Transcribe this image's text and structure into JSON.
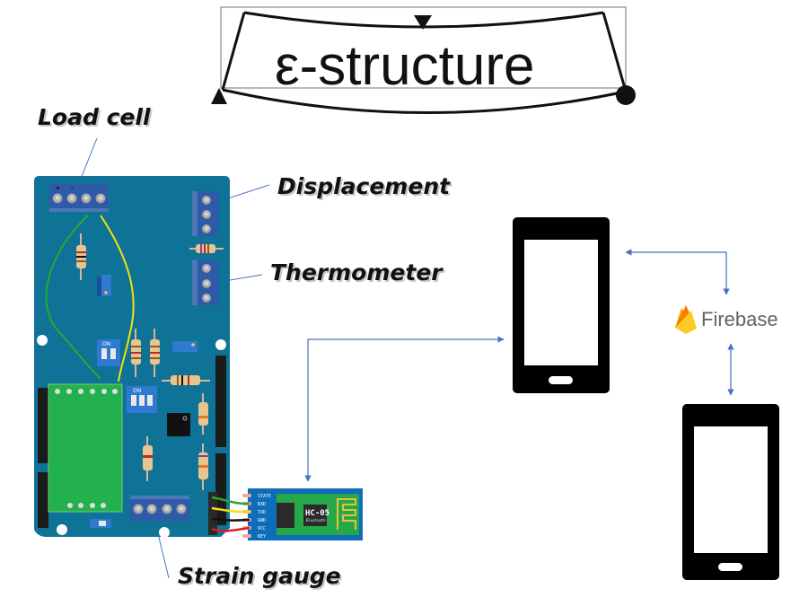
{
  "title": {
    "text": "ε-structure"
  },
  "labels": {
    "load_cell": "Load cell",
    "displacement": "Displacement",
    "thermometer": "Thermometer",
    "strain_gauge": "Strain gauge"
  },
  "board": {
    "terminal_plus": "+",
    "terminal_minus": "-",
    "dip_on_1": "ON",
    "dip_on_2": "ON",
    "pcb_color": "#0e7396",
    "hx711_color": "#23b14d"
  },
  "bluetooth_module": {
    "chip_label": "HC-05",
    "chip_sublabel": "Bluetooth",
    "pins": [
      "STATE",
      "RXD",
      "TXD",
      "GND",
      "VCC",
      "KEY"
    ],
    "wire_colors": [
      "#2aa833",
      "#f4e10e",
      "#111111",
      "#e01b1b"
    ]
  },
  "cloud": {
    "name": "Firebase",
    "icon": "firebase-flame-icon"
  },
  "devices": [
    {
      "name": "phone-1",
      "icon": "smartphone-icon"
    },
    {
      "name": "phone-2",
      "icon": "smartphone-icon"
    }
  ],
  "colors": {
    "arrow": "#4472c4",
    "callout_line": "#4472c4",
    "text": "#111111"
  }
}
